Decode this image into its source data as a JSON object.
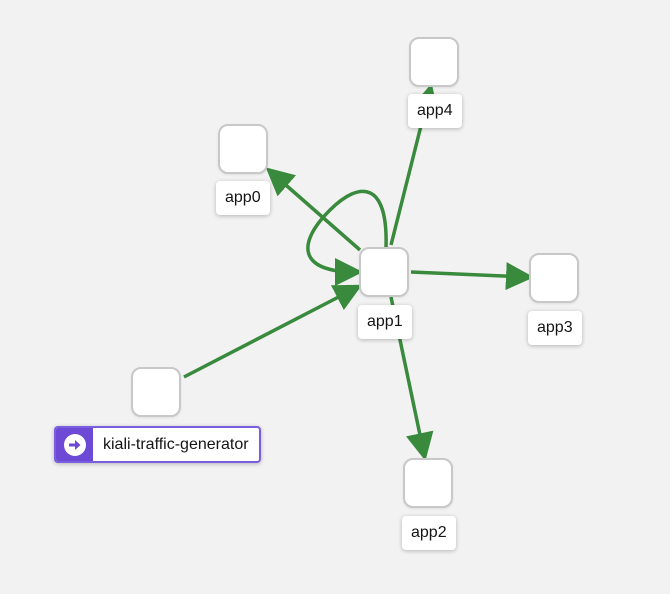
{
  "graph": {
    "edge_color": "#3a8a3d",
    "node_border_color": "#c8c8c8",
    "ingress_badge_color": "#6d4ad6",
    "nodes": {
      "generator": {
        "label": "kiali-traffic-generator",
        "icon": "arrow-circle-right-icon"
      },
      "app0": {
        "label": "app0"
      },
      "app1": {
        "label": "app1"
      },
      "app2": {
        "label": "app2"
      },
      "app3": {
        "label": "app3"
      },
      "app4": {
        "label": "app4"
      }
    },
    "edges": [
      {
        "from": "kiali-traffic-generator",
        "to": "app1"
      },
      {
        "from": "app1",
        "to": "app0"
      },
      {
        "from": "app1",
        "to": "app1"
      },
      {
        "from": "app1",
        "to": "app2"
      },
      {
        "from": "app1",
        "to": "app3"
      },
      {
        "from": "app1",
        "to": "app4"
      }
    ]
  }
}
